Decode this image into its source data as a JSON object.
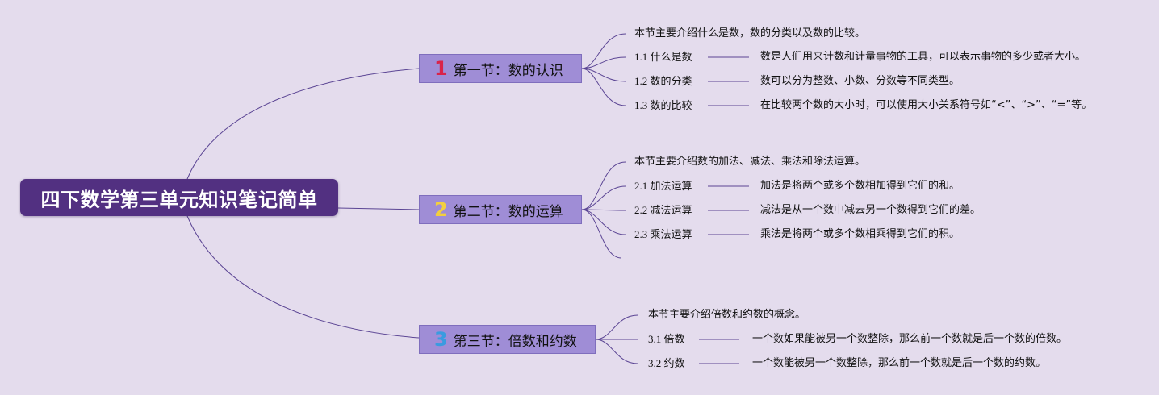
{
  "root": {
    "title": "四下数学第三单元知识笔记简单"
  },
  "colors": {
    "background": "#e4dced",
    "root_fill": "#523081",
    "section_fill": "#9f8dd6",
    "connector": "#5b4594",
    "num_1": "#d9234a",
    "num_2": "#f3cf3e",
    "num_3": "#3a9be0"
  },
  "sections": [
    {
      "num": "1",
      "title": "第一节：数的认识",
      "intro": "本节主要介绍什么是数，数的分类以及数的比较。",
      "items": [
        {
          "label": "1.1 什么是数",
          "text": "数是人们用来计数和计量事物的工具，可以表示事物的多少或者大小。"
        },
        {
          "label": "1.2 数的分类",
          "text": "数可以分为整数、小数、分数等不同类型。"
        },
        {
          "label": "1.3 数的比较",
          "text": "在比较两个数的大小时，可以使用大小关系符号如“<”、“>”、“=”等。"
        }
      ]
    },
    {
      "num": "2",
      "title": "第二节：数的运算",
      "intro": "本节主要介绍数的加法、减法、乘法和除法运算。",
      "items": [
        {
          "label": "2.1 加法运算",
          "text": "加法是将两个或多个数相加得到它们的和。"
        },
        {
          "label": "2.2 减法运算",
          "text": "减法是从一个数中减去另一个数得到它们的差。"
        },
        {
          "label": "2.3 乘法运算",
          "text": "乘法是将两个或多个数相乘得到它们的积。"
        }
      ]
    },
    {
      "num": "3",
      "title": "第三节：倍数和约数",
      "intro": "本节主要介绍倍数和约数的概念。",
      "items": [
        {
          "label": "3.1 倍数",
          "text": "一个数如果能被另一个数整除，那么前一个数就是后一个数的倍数。"
        },
        {
          "label": "3.2 约数",
          "text": "一个数能被另一个数整除，那么前一个数就是后一个数的约数。"
        }
      ]
    }
  ]
}
